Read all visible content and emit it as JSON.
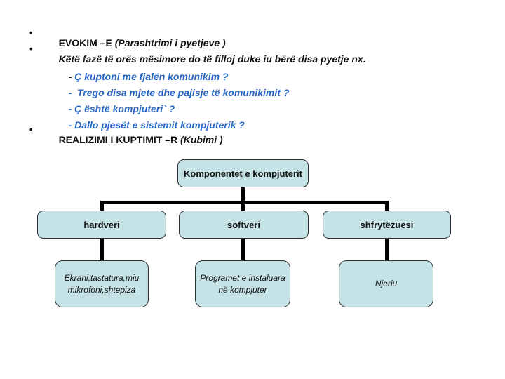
{
  "colors": {
    "question_blue": "#2565c6",
    "box_fill": "#c5e2e6",
    "box_border": "#2f2f2f",
    "connector": "#000000",
    "text": "#111111"
  },
  "bullets": {
    "b1": {
      "marker": "•",
      "s1": "EVOKIM –E ",
      "s2": "(Parashtrimi i pyetjeve )"
    },
    "b2": {
      "marker": "•",
      "s1": "Këtë fazë të orës mësimore do të filloj duke iu bërë disa pyetje nx."
    },
    "q1": {
      "dash": "- ",
      "text": "Ç kuptoni me fjalën komunikim ?"
    },
    "q2": {
      "text": "-  Trego disa mjete dhe pajisje të komunikimit ?"
    },
    "q3": {
      "text": "- Ç është kompjuteri` ?"
    },
    "q4": {
      "text": "- Dallo pjesët e sistemit kompjuterik ?"
    },
    "b3": {
      "marker": "•",
      "s1": "REALIZIMI I KUPTIMIT –R ",
      "s2": "(Kubimi )"
    }
  },
  "diagram": {
    "root": {
      "label": "Komponentet e kompjuterit"
    },
    "hardveri": {
      "label": "hardveri"
    },
    "softveri": {
      "label": "softveri"
    },
    "shfrytezuesi": {
      "label": "shfrytëzuesi"
    },
    "ekrani": {
      "line1": "Ekrani,tastatura,miu",
      "line2": "mikrofoni,shtepiza"
    },
    "programet": {
      "line1": "Programet e instaluara",
      "line2": "në kompjuter"
    },
    "njeriu": {
      "label": "Njeriu"
    }
  }
}
